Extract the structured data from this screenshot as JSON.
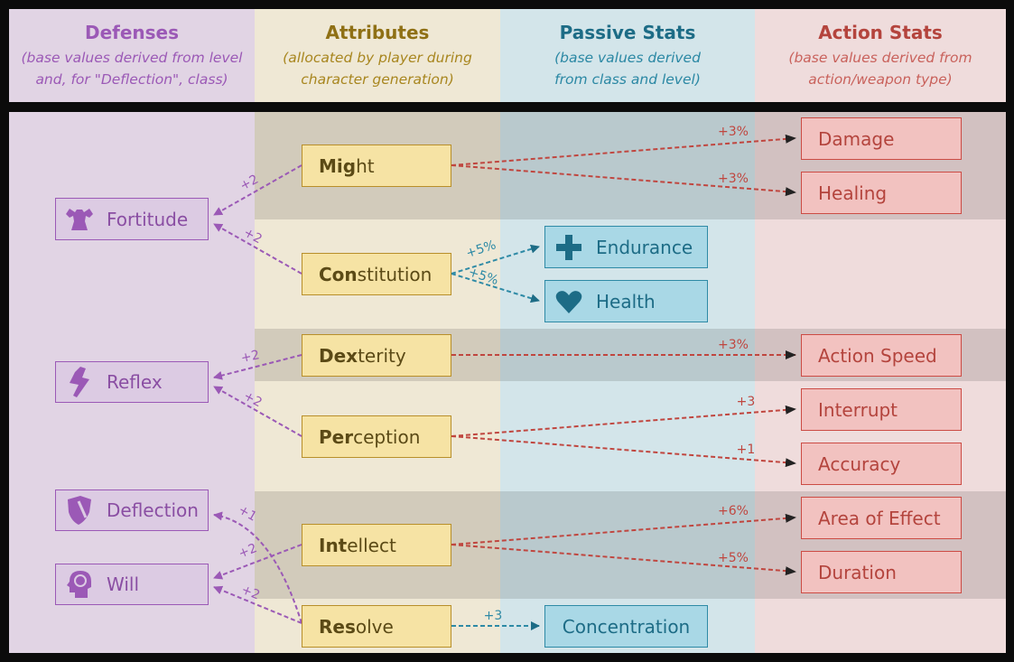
{
  "headers": [
    {
      "title": "Defenses",
      "subtitle_1": "(base values derived from level",
      "subtitle_2": "and, for \"Deflection\", class)"
    },
    {
      "title": "Attributes",
      "subtitle_1": "(allocated by player during",
      "subtitle_2": "character generation)"
    },
    {
      "title": "Passive Stats",
      "subtitle_1": "(base values derived",
      "subtitle_2": "from class and level)"
    },
    {
      "title": "Action Stats",
      "subtitle_1": "(base values derived from",
      "subtitle_2": "action/weapon type)"
    }
  ],
  "defenses": {
    "fortitude": "Fortitude",
    "reflex": "Reflex",
    "deflection": "Deflection",
    "will": "Will"
  },
  "attributes": {
    "might": {
      "bold": "Mig",
      "rest": "ht"
    },
    "constitution": {
      "bold": "Con",
      "rest": "stitution"
    },
    "dexterity": {
      "bold": "Dex",
      "rest": "terity"
    },
    "perception": {
      "bold": "Per",
      "rest": "ception"
    },
    "intellect": {
      "bold": "Int",
      "rest": "ellect"
    },
    "resolve": {
      "bold": "Res",
      "rest": "olve"
    }
  },
  "passive": {
    "endurance": "Endurance",
    "health": "Health",
    "concentration": "Concentration"
  },
  "action": {
    "damage": "Damage",
    "healing": "Healing",
    "action_speed": "Action Speed",
    "interrupt": "Interrupt",
    "accuracy": "Accuracy",
    "area_of_effect": "Area of Effect",
    "duration": "Duration"
  },
  "links": [
    {
      "id": "might-fortitude",
      "label": "+2",
      "color": "#9b59b6"
    },
    {
      "id": "con-fortitude",
      "label": "+2",
      "color": "#9b59b6"
    },
    {
      "id": "dex-reflex",
      "label": "+2",
      "color": "#9b59b6"
    },
    {
      "id": "per-reflex",
      "label": "+2",
      "color": "#9b59b6"
    },
    {
      "id": "res-deflection",
      "label": "+1",
      "color": "#9b59b6"
    },
    {
      "id": "int-will",
      "label": "+2",
      "color": "#9b59b6"
    },
    {
      "id": "res-will",
      "label": "+2",
      "color": "#9b59b6"
    },
    {
      "id": "might-damage",
      "label": "+3%",
      "color": "#c0463f"
    },
    {
      "id": "might-healing",
      "label": "+3%",
      "color": "#c0463f"
    },
    {
      "id": "con-endurance",
      "label": "+5%",
      "color": "#2e8aa6"
    },
    {
      "id": "con-health",
      "label": "+5%",
      "color": "#2e8aa6"
    },
    {
      "id": "dex-speed",
      "label": "+3%",
      "color": "#c0463f"
    },
    {
      "id": "per-interrupt",
      "label": "+3",
      "color": "#c0463f"
    },
    {
      "id": "per-accuracy",
      "label": "+1",
      "color": "#c0463f"
    },
    {
      "id": "int-aoe",
      "label": "+6%",
      "color": "#c0463f"
    },
    {
      "id": "int-duration",
      "label": "+5%",
      "color": "#c0463f"
    },
    {
      "id": "res-concentration",
      "label": "+3",
      "color": "#2e8aa6"
    }
  ],
  "colors": {
    "defenses": "#9b59b6",
    "attributes": "#a8861f",
    "passive": "#1d6c86",
    "action": "#c0463f"
  }
}
